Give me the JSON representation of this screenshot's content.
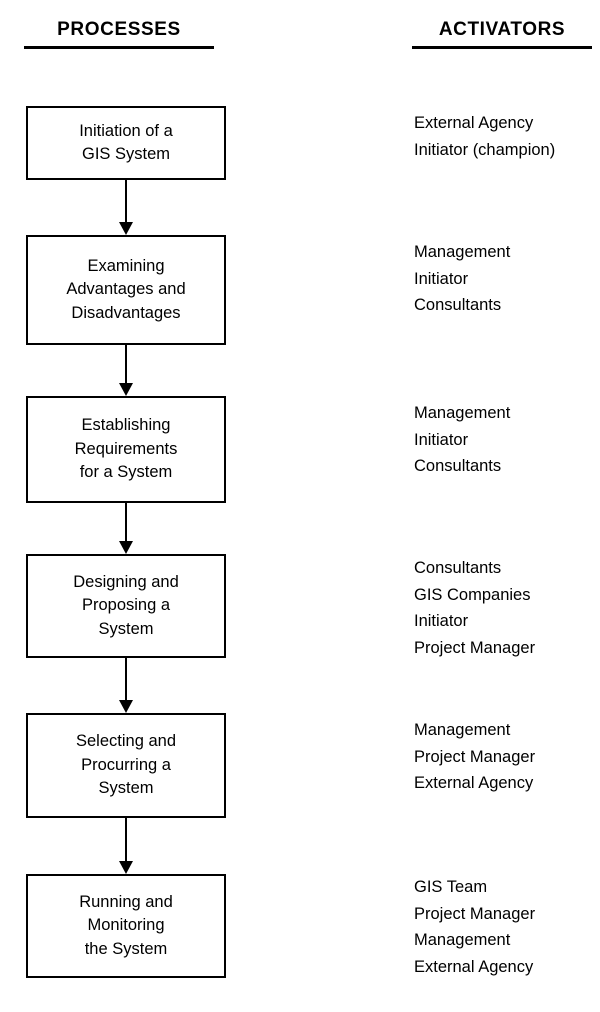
{
  "document": {
    "title": "GIS Implementation Process Flowchart",
    "ink_color": "#000000",
    "background_color": "#ffffff"
  },
  "columns": {
    "processes": {
      "header": "PROCESSES"
    },
    "activators": {
      "header": "ACTIVATORS"
    }
  },
  "rows": [
    {
      "index": 1,
      "process": "Initiation of a\nGIS System",
      "activators": [
        "External Agency",
        "Initiator (champion)"
      ]
    },
    {
      "index": 2,
      "process": "Examining\nAdvantages and\nDisadvantages",
      "activators": [
        "Management",
        "Initiator",
        "Consultants"
      ]
    },
    {
      "index": 3,
      "process": "Establishing\nRequirements\nfor a System",
      "activators": [
        "Management",
        "Initiator",
        "Consultants"
      ]
    },
    {
      "index": 4,
      "process": "Designing and\nProposing a\nSystem",
      "activators": [
        "Consultants",
        "GIS Companies",
        "Initiator",
        "Project Manager"
      ]
    },
    {
      "index": 5,
      "process": "Selecting and\nProcurring a\nSystem",
      "activators": [
        "Management",
        "Project Manager",
        "External Agency"
      ]
    },
    {
      "index": 6,
      "process": "Running and\nMonitoring\nthe System",
      "activators": [
        "GIS Team",
        "Project Manager",
        "Management",
        "External Agency"
      ]
    }
  ],
  "connectors": [
    {
      "from_row": 1,
      "to_row": 2
    },
    {
      "from_row": 2,
      "to_row": 3
    },
    {
      "from_row": 3,
      "to_row": 4
    },
    {
      "from_row": 4,
      "to_row": 5
    },
    {
      "from_row": 5,
      "to_row": 6
    }
  ]
}
